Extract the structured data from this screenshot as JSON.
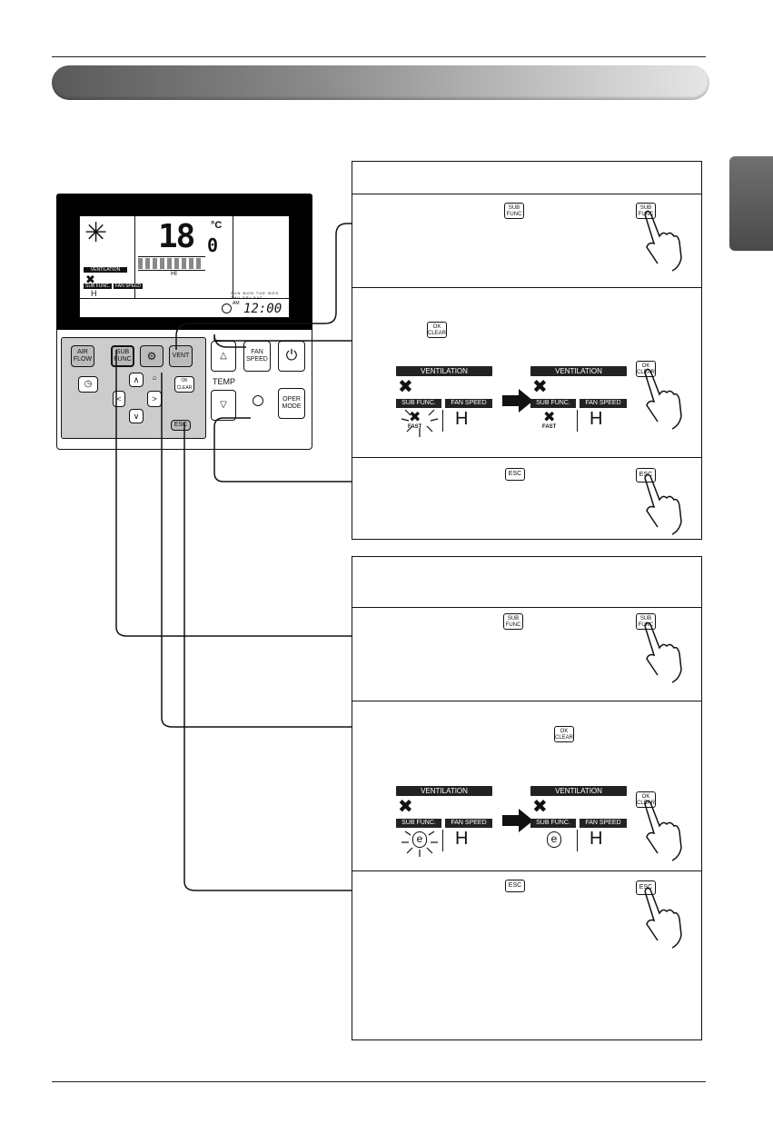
{
  "remote": {
    "lcd": {
      "temp": "18",
      "temp_decimal": "0",
      "temp_unit": "°C",
      "fan_level": "HI",
      "vent_label": "VENTILATION",
      "sub_func_label": "SUB FUNC.",
      "fan_speed_label": "FAN SPEED",
      "fan_speed_value": "H",
      "days": "SUN MON TUE WED THU FRI SAT",
      "am": "AM",
      "clock": "12:00"
    },
    "buttons": {
      "air_flow": "AIR FLOW",
      "sub_func": "SUB FUNC",
      "vent": "VENT",
      "ok_clear": "OK CLEAR",
      "esc": "ESC",
      "temp": "TEMP",
      "fan_speed": "FAN SPEED",
      "oper_mode": "OPER MODE"
    }
  },
  "keys": {
    "sub": "SUB",
    "func": "FUNC",
    "ok": "OK",
    "clear": "CLEAR",
    "esc": "ESC"
  },
  "display": {
    "ventilation": "VENTILATION",
    "sub_func": "SUB FUNC.",
    "fan_speed": "FAN SPEED",
    "fan_speed_value": "H",
    "fast": "FAST",
    "e": "e"
  }
}
